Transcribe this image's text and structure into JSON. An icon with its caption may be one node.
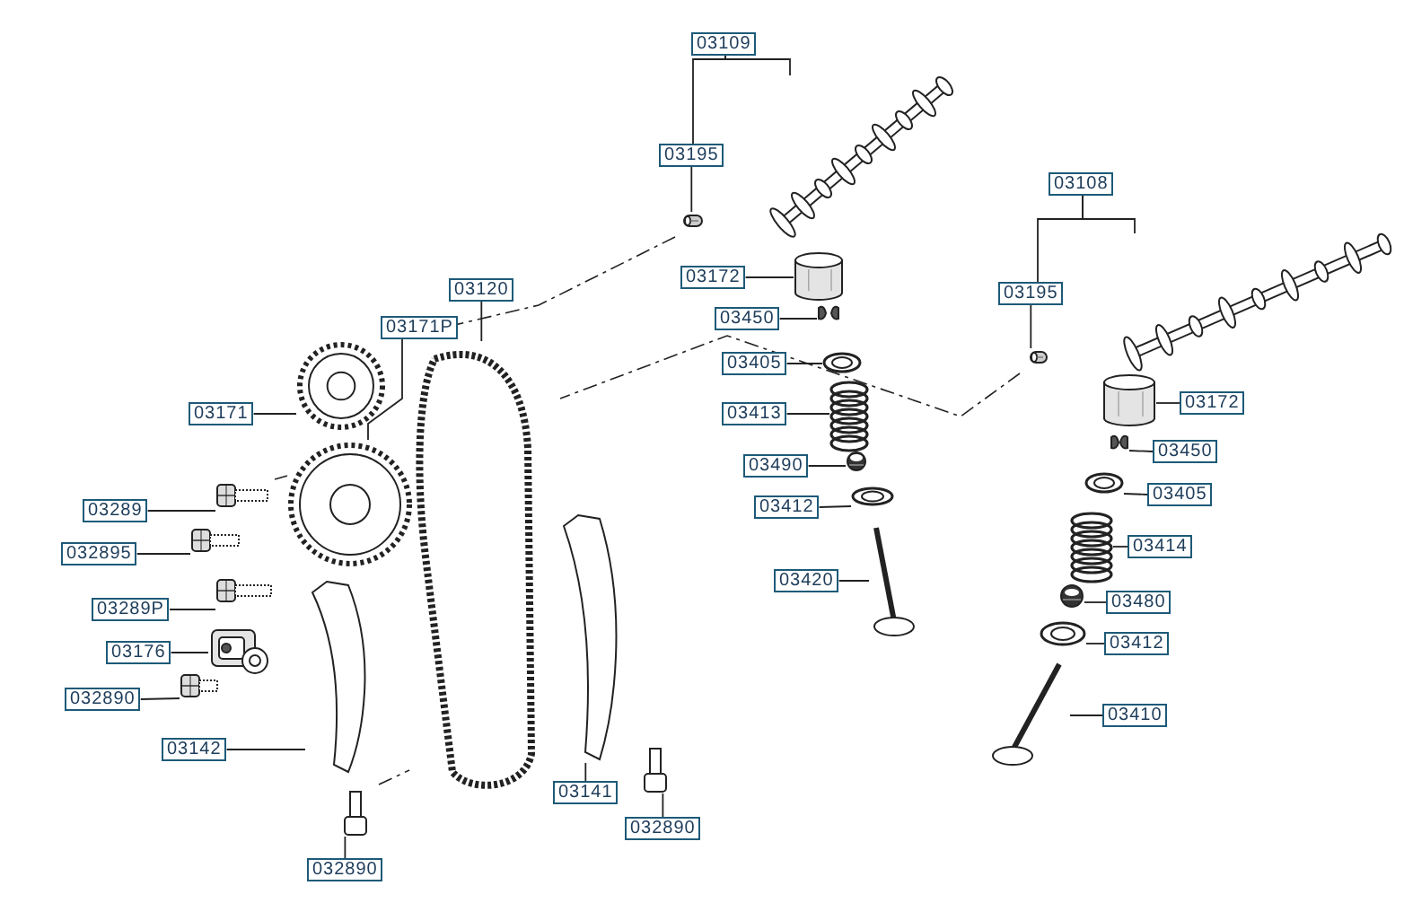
{
  "diagram": {
    "nodes": [
      {
        "text": [
          "03109"
        ]
      },
      {
        "text": [
          "03195"
        ]
      },
      {
        "text": [
          "03172"
        ]
      },
      {
        "text": [
          "03450"
        ]
      },
      {
        "text": [
          "03405"
        ]
      },
      {
        "text": [
          "03413"
        ]
      },
      {
        "text": [
          "03490"
        ]
      },
      {
        "text": [
          "03412"
        ]
      },
      {
        "text": [
          "03420"
        ]
      },
      {
        "text": [
          "03120"
        ]
      },
      {
        "text": [
          "03171P"
        ]
      },
      {
        "text": [
          "03171"
        ]
      },
      {
        "text": [
          "03289"
        ]
      },
      {
        "text": [
          "032895"
        ]
      },
      {
        "text": [
          "03289P"
        ]
      },
      {
        "text": [
          "03176"
        ]
      },
      {
        "text": [
          "032890"
        ]
      },
      {
        "text": [
          "03142"
        ]
      },
      {
        "text": [
          "032890"
        ]
      },
      {
        "text": [
          "03141"
        ]
      },
      {
        "text": [
          "032890"
        ]
      },
      {
        "text": [
          "03108"
        ]
      },
      {
        "text": [
          "03195"
        ]
      },
      {
        "text": [
          "03172"
        ]
      },
      {
        "text": [
          "03450"
        ]
      },
      {
        "text": [
          "03405"
        ]
      },
      {
        "text": [
          "03414"
        ]
      },
      {
        "text": [
          "03480"
        ]
      },
      {
        "text": [
          "03412"
        ]
      },
      {
        "text": [
          "03410"
        ]
      },
      {
        "text": [],
        "shape": "picture"
      },
      {
        "text": [],
        "shape": "picture"
      },
      {
        "text": [],
        "shape": "picture"
      },
      {
        "text": [],
        "shape": "picture"
      },
      {
        "text": [],
        "shape": "picture"
      },
      {
        "text": [],
        "shape": "picture"
      },
      {
        "text": [],
        "shape": "picture"
      },
      {
        "text": [],
        "shape": "picture"
      },
      {
        "text": [],
        "shape": "picture"
      },
      {
        "text": [],
        "shape": "picture"
      },
      {
        "text": [],
        "shape": "picture"
      },
      {
        "text": [],
        "shape": "picture"
      },
      {
        "text": [],
        "shape": "picture"
      },
      {
        "text": [],
        "shape": "picture"
      },
      {
        "text": [],
        "shape": "picture"
      },
      {
        "text": [],
        "shape": "picture"
      },
      {
        "text": [],
        "shape": "picture"
      },
      {
        "text": [],
        "shape": "picture"
      },
      {
        "text": [],
        "shape": "picture"
      },
      {
        "text": [],
        "shape": "picture"
      },
      {
        "text": [],
        "shape": "picture"
      },
      {
        "text": [],
        "shape": "picture"
      },
      {
        "text": [],
        "shape": "picture"
      },
      {
        "text": [],
        "shape": "picture"
      },
      {
        "text": [],
        "shape": "picture"
      },
      {
        "text": [],
        "shape": "picture"
      },
      {
        "text": [],
        "shape": "picture"
      },
      {
        "text": [],
        "shape": "picture"
      },
      {
        "text": [],
        "shape": "picture"
      },
      {
        "text": [],
        "shape": "picture"
      }
    ],
    "edges": [
      {
        "from": 0,
        "to": 30,
        "arrow": "none"
      },
      {
        "from": 0,
        "to": 1,
        "arrow": "none"
      },
      {
        "from": 1,
        "to": 31,
        "arrow": "none"
      },
      {
        "from": 2,
        "to": 32,
        "arrow": "none"
      },
      {
        "from": 3,
        "to": 33,
        "arrow": "none"
      },
      {
        "from": 4,
        "to": 34,
        "arrow": "none"
      },
      {
        "from": 5,
        "to": 35,
        "arrow": "none"
      },
      {
        "from": 6,
        "to": 36,
        "arrow": "none"
      },
      {
        "from": 7,
        "to": 37,
        "arrow": "none"
      },
      {
        "from": 8,
        "to": 38,
        "arrow": "none"
      },
      {
        "from": 9,
        "to": 39,
        "arrow": "none"
      },
      {
        "from": 10,
        "to": 40,
        "arrow": "none"
      },
      {
        "from": 11,
        "to": 41,
        "arrow": "none"
      },
      {
        "from": 12,
        "to": 42,
        "arrow": "none"
      },
      {
        "from": 13,
        "to": 43,
        "arrow": "none"
      },
      {
        "from": 14,
        "to": 44,
        "arrow": "none"
      },
      {
        "from": 15,
        "to": 45,
        "arrow": "none"
      },
      {
        "from": 16,
        "to": 46,
        "arrow": "none"
      },
      {
        "from": 17,
        "to": 47,
        "arrow": "none"
      },
      {
        "from": 18,
        "to": 48,
        "arrow": "none"
      },
      {
        "from": 19,
        "to": 49,
        "arrow": "none"
      },
      {
        "from": 20,
        "to": 50,
        "arrow": "none"
      },
      {
        "from": 21,
        "to": 51,
        "arrow": "none"
      },
      {
        "from": 21,
        "to": 22,
        "arrow": "none"
      },
      {
        "from": 22,
        "to": 52,
        "arrow": "none"
      },
      {
        "from": 23,
        "to": 53,
        "arrow": "none"
      },
      {
        "from": 24,
        "to": 54,
        "arrow": "none"
      },
      {
        "from": 25,
        "to": 55,
        "arrow": "none"
      },
      {
        "from": 26,
        "to": 56,
        "arrow": "none"
      },
      {
        "from": 27,
        "to": 57,
        "arrow": "none"
      },
      {
        "from": 28,
        "to": 58,
        "arrow": "none"
      },
      {
        "from": 29,
        "to": 59,
        "arrow": "none"
      }
    ]
  }
}
